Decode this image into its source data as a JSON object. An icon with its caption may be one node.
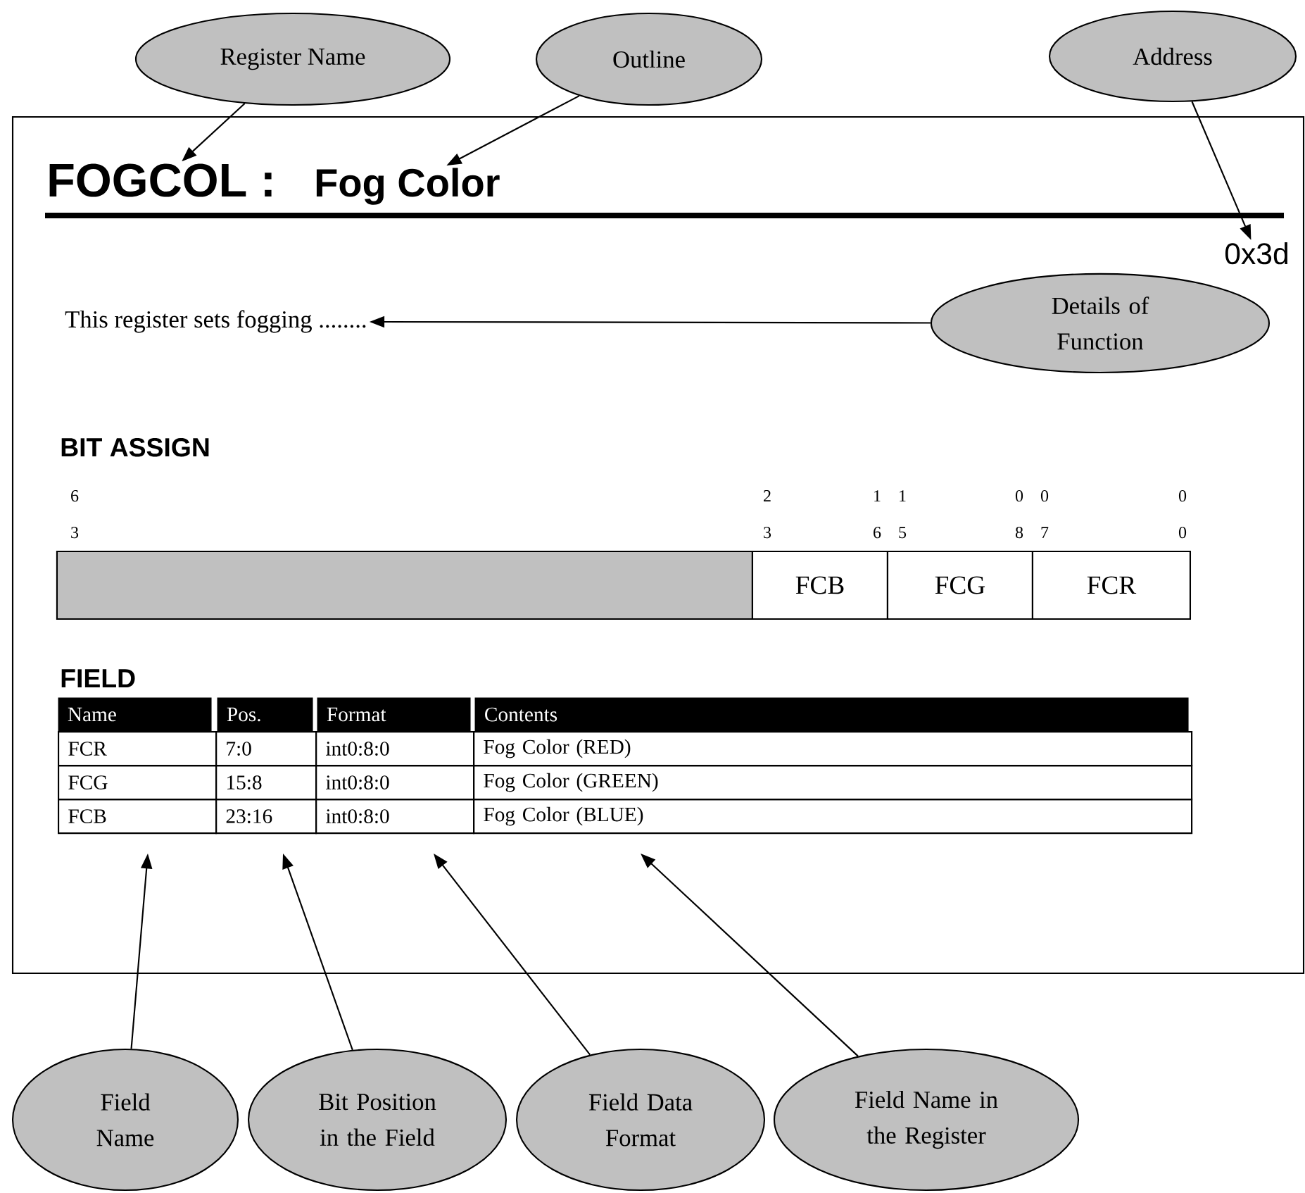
{
  "diagram": {
    "nodes": [
      {
        "text": [
          "Register Name"
        ]
      },
      {
        "text": [
          "Outline"
        ]
      },
      {
        "text": [
          "Address"
        ]
      },
      {
        "text": [],
        "shape": "box"
      },
      {
        "text": [
          "FOGCOL :"
        ],
        "in": 3
      },
      {
        "text": [
          "Fog Color"
        ],
        "in": 3
      },
      {
        "text": [
          "0x3d"
        ],
        "in": 3
      },
      {
        "text": [
          "This register sets fogging ........"
        ],
        "in": 3
      },
      {
        "text": [
          "Details of Function"
        ],
        "in": 3
      },
      {
        "text": [],
        "shape": "bar",
        "in": 3
      },
      {
        "text": [
          "FCB"
        ],
        "in": 3
      },
      {
        "text": [
          "FCG"
        ],
        "in": 3
      },
      {
        "text": [
          "FCR"
        ],
        "in": 3
      },
      {
        "text": [
          "Field Name"
        ]
      },
      {
        "text": [
          "Bit Position in the Field"
        ]
      },
      {
        "text": [
          "Field Data Format"
        ]
      },
      {
        "text": [
          "Field Name in the Register"
        ]
      }
    ],
    "edges": [
      {
        "from": 0,
        "to": 4,
        "arrow": "to"
      },
      {
        "from": 1,
        "to": 5,
        "arrow": "to"
      },
      {
        "from": 2,
        "to": 6,
        "arrow": "to"
      },
      {
        "from": 8,
        "to": 7,
        "arrow": "to"
      },
      {
        "from": 13,
        "to": null,
        "arrow": "to"
      },
      {
        "from": 14,
        "to": null,
        "arrow": "to"
      },
      {
        "from": 15,
        "to": null,
        "arrow": "to"
      },
      {
        "from": 16,
        "to": null,
        "arrow": "to"
      }
    ],
    "labels": [
      "BIT ASSIGN",
      "6",
      "2",
      "1",
      "1",
      "0",
      "0",
      "0",
      "3",
      "3",
      "6",
      "5",
      "8",
      "7",
      "0",
      "FIELD",
      "Name",
      "Pos.",
      "Format",
      "Contents",
      "FCR",
      "7:0",
      "int0:8:0",
      "Fog Color (RED)",
      "FCG",
      "15:8",
      "int0:8:0",
      "Fog Color (GREEN)",
      "FCB",
      "23:16",
      "int0:8:0",
      "Fog Color (BLUE)"
    ]
  }
}
